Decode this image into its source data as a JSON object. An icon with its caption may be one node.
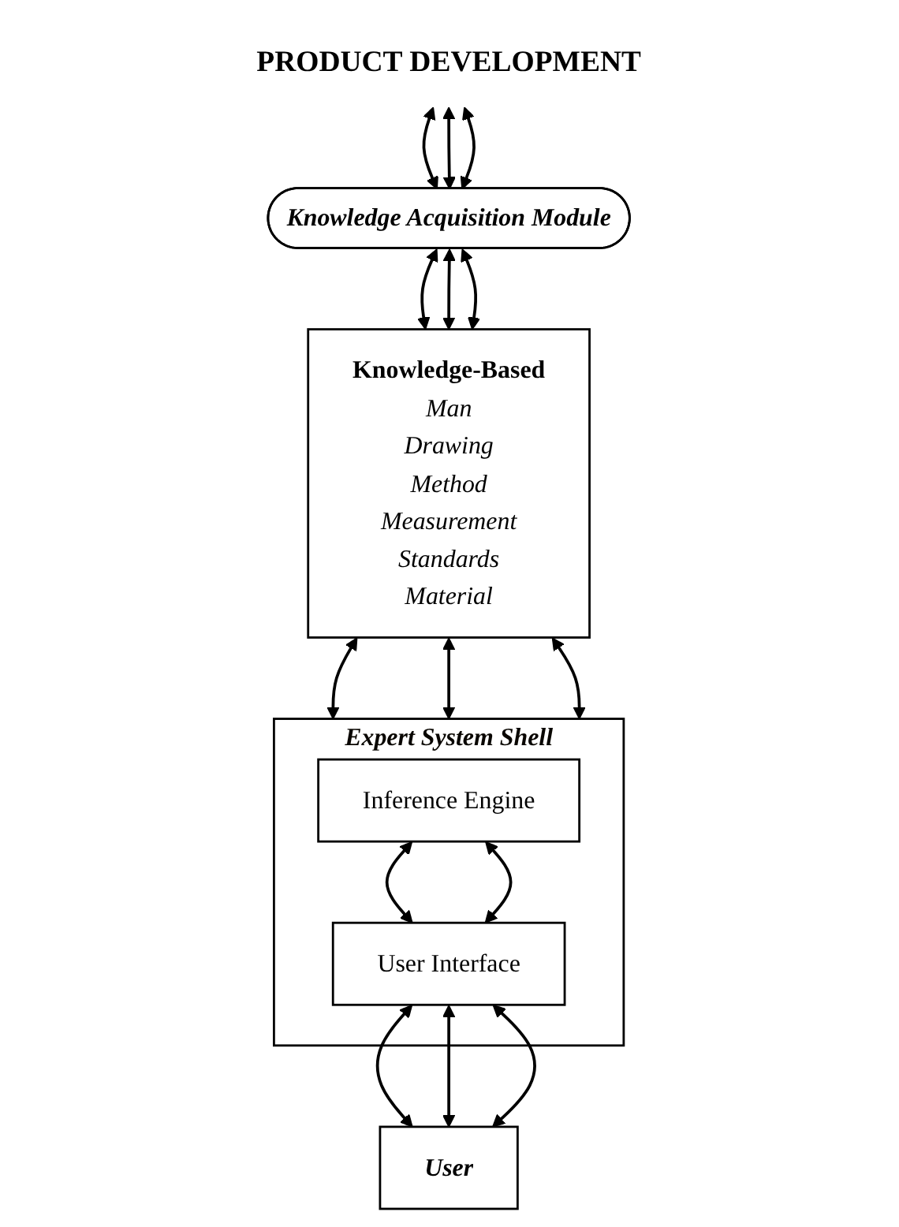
{
  "diagram": {
    "nodes": [
      {
        "text": [
          "PRODUCT DEVELOPMENT"
        ]
      },
      {
        "text": [
          "Knowledge Acquisition Module"
        ]
      },
      {
        "text": [
          "Knowledge-Based",
          "Man",
          "Drawing",
          "Method",
          "Measurement",
          "Standards",
          "Material"
        ]
      },
      {
        "text": [
          "Expert System Shell"
        ]
      },
      {
        "text": [
          "Inference Engine"
        ],
        "in": 3
      },
      {
        "text": [
          "User Interface"
        ],
        "in": 3
      },
      {
        "text": [
          "User"
        ]
      }
    ],
    "edges": [
      {
        "from": 0,
        "to": 1,
        "arrow": "both"
      },
      {
        "from": 0,
        "to": 1,
        "arrow": "both"
      },
      {
        "from": 0,
        "to": 1,
        "arrow": "both"
      },
      {
        "from": 1,
        "to": 2,
        "arrow": "both"
      },
      {
        "from": 1,
        "to": 2,
        "arrow": "both"
      },
      {
        "from": 1,
        "to": 2,
        "arrow": "both"
      },
      {
        "from": 2,
        "to": 3,
        "arrow": "both"
      },
      {
        "from": 2,
        "to": 3,
        "arrow": "both"
      },
      {
        "from": 2,
        "to": 3,
        "arrow": "both"
      },
      {
        "from": 4,
        "to": 5,
        "arrow": "both"
      },
      {
        "from": 4,
        "to": 5,
        "arrow": "both"
      },
      {
        "from": 5,
        "to": 6,
        "arrow": "both"
      },
      {
        "from": 5,
        "to": 6,
        "arrow": "both"
      },
      {
        "from": 5,
        "to": 6,
        "arrow": "both"
      }
    ]
  }
}
